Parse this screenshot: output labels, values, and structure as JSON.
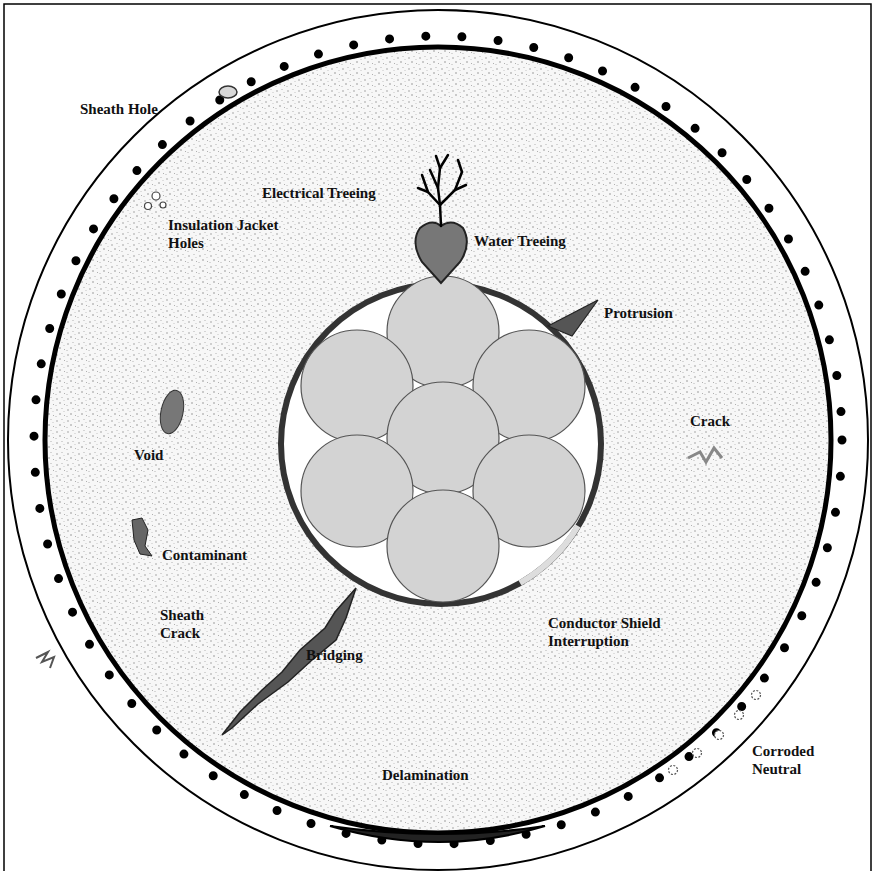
{
  "diagram": {
    "labels": [
      "Sheath Hole",
      "Electrical Treeing",
      "Water Treeing",
      "Insulation Jacket Holes",
      "Protrusion",
      "Crack",
      "Void",
      "Contaminant",
      "Conductor Shield Interruption",
      "Sheath Crack",
      "Bridging",
      "Delamination",
      "Corroded Neutral"
    ]
  }
}
